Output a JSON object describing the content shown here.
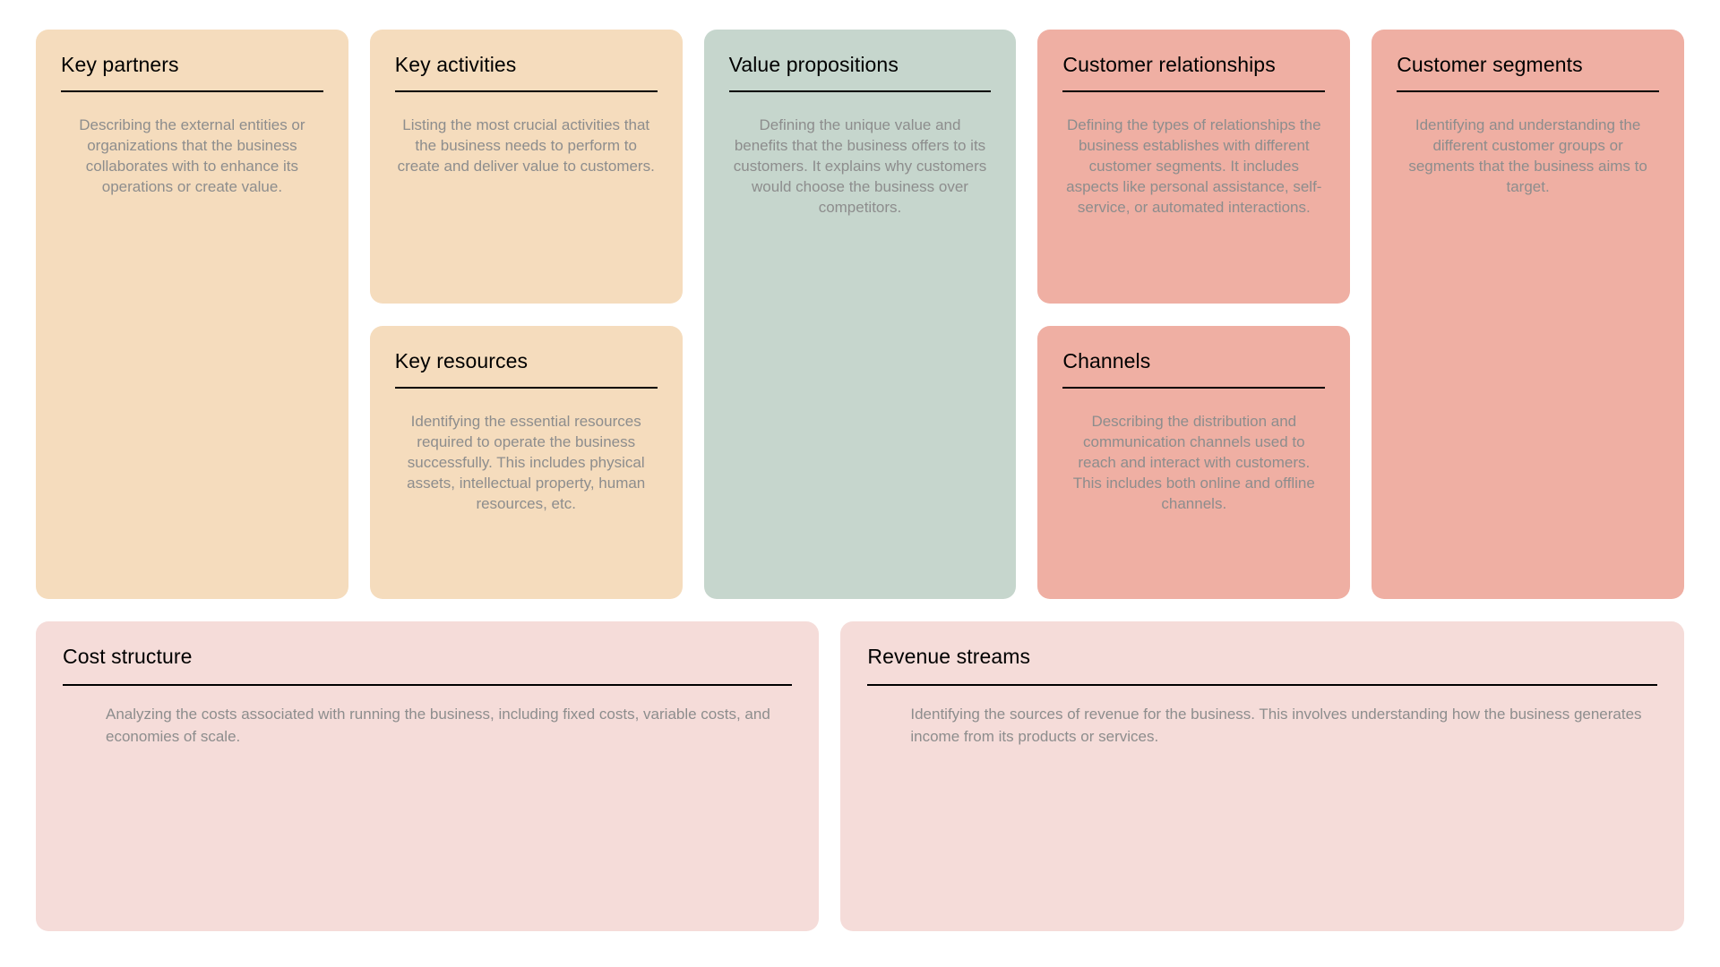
{
  "canvas": {
    "name": "Business Model Canvas",
    "colors": {
      "background": "#ffffff",
      "peach": "#f5dcbd",
      "sage": "#c6d6cd",
      "salmon": "#efafa3",
      "pink": "#f5dcd9",
      "title_text": "#000000",
      "body_text": "#8d8d8d",
      "rule": "#000000"
    }
  },
  "blocks": {
    "key_partners": {
      "title": "Key partners",
      "body": "Describing the external entities or organizations that the business collaborates with to enhance its operations or create value."
    },
    "key_activities": {
      "title": "Key activities",
      "body": "Listing the most crucial activities that the business needs to perform to create and deliver value to customers."
    },
    "key_resources": {
      "title": "Key resources",
      "body": "Identifying the essential resources required to operate the business successfully. This includes physical assets, intellectual property, human resources, etc."
    },
    "value_propositions": {
      "title": "Value propositions",
      "body": "Defining the unique value and benefits that the business offers to its customers. It explains why customers would choose the business over competitors."
    },
    "customer_relationships": {
      "title": "Customer relationships",
      "body": "Defining the types of relationships the business establishes with different customer segments. It includes aspects like personal assistance, self-service, or automated interactions."
    },
    "channels": {
      "title": "Channels",
      "body": "Describing the distribution and communication channels used to reach and interact with customers. This includes both online and offline channels."
    },
    "customer_segments": {
      "title": "Customer segments",
      "body": "Identifying and understanding the different customer groups or segments that the business aims to target."
    },
    "cost_structure": {
      "title": "Cost structure",
      "body": "Analyzing the costs associated with running the business, including fixed costs, variable costs, and economies of scale."
    },
    "revenue_streams": {
      "title": "Revenue streams",
      "body": "Identifying the sources of revenue for the business. This involves understanding how the business generates income from its products or services."
    }
  }
}
